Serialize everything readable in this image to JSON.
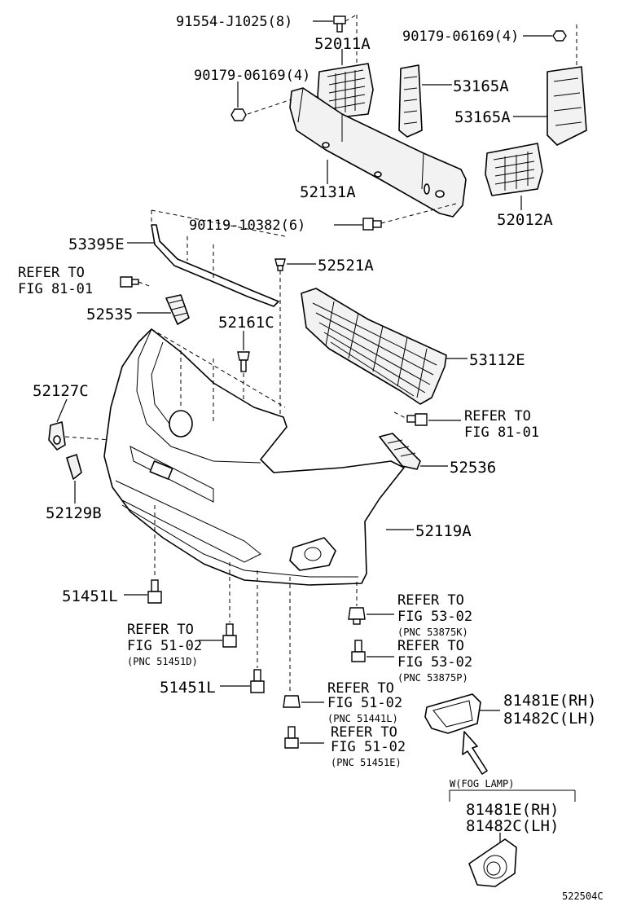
{
  "callouts": {
    "bolt_91554": "91554-J1025(8)",
    "p52011A": "52011A",
    "nut_90179_a": "90179-06169(4)",
    "nut_90179_b": "90179-06169(4)",
    "p53165A_1": "53165A",
    "p53165A_2": "53165A",
    "p52131A": "52131A",
    "p52012A": "52012A",
    "bolt_90119": "90119-10382(6)",
    "p53395E": "53395E",
    "p52521A": "52521A",
    "refer_a_1": "REFER TO",
    "refer_a_2": "FIG 81-01",
    "p52535": "52535",
    "p52161C": "52161C",
    "p53112E": "53112E",
    "p52127C": "52127C",
    "refer_b_1": "REFER TO",
    "refer_b_2": "FIG 81-01",
    "p52536": "52536",
    "p52129B": "52129B",
    "p52119A": "52119A",
    "p51451L_1": "51451L",
    "refer_c_1": "REFER TO",
    "refer_c_2": "FIG 53-02",
    "refer_c_3": "(PNC 53875K)",
    "refer_d_1": "REFER TO",
    "refer_d_2": "FIG 51-02",
    "refer_d_3": "(PNC 51451D)",
    "refer_e_1": "REFER TO",
    "refer_e_2": "FIG 53-02",
    "refer_e_3": "(PNC 53875P)",
    "p51451L_2": "51451L",
    "refer_f_1": "REFER TO",
    "refer_f_2": "FIG 51-02",
    "refer_f_3": "(PNC 51441L)",
    "p81481E_rh": "81481E(RH)",
    "p81482C_lh": "81482C(LH)",
    "refer_g_1": "REFER TO",
    "refer_g_2": "FIG 51-02",
    "refer_g_3": "(PNC 51451E)",
    "variant_header": "W(FOG LAMP)",
    "variant_81481E_rh": "81481E(RH)",
    "variant_81482C_lh": "81482C(LH)",
    "figure_number": "522504C"
  }
}
